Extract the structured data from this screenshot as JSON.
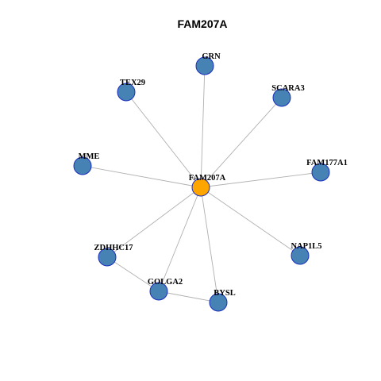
{
  "graph": {
    "title": "FAM207A",
    "colors": {
      "hub_fill": "#ffa500",
      "node_fill": "#4682b4",
      "node_border": "#1a2fbf",
      "edge": "#b0b0b0"
    },
    "nodes": [
      {
        "id": "FAM207A",
        "label": "FAM207A",
        "role": "hub"
      },
      {
        "id": "GRN",
        "label": "GRN",
        "role": "neighbor"
      },
      {
        "id": "SCARA3",
        "label": "SCARA3",
        "role": "neighbor"
      },
      {
        "id": "FAM177A1",
        "label": "FAM177A1",
        "role": "neighbor"
      },
      {
        "id": "NAP1L5",
        "label": "NAP1L5",
        "role": "neighbor"
      },
      {
        "id": "BYSL",
        "label": "BYSL",
        "role": "neighbor"
      },
      {
        "id": "GOLGA2",
        "label": "GOLGA2",
        "role": "neighbor"
      },
      {
        "id": "ZDHHC17",
        "label": "ZDHHC17",
        "role": "neighbor"
      },
      {
        "id": "MME",
        "label": "MME",
        "role": "neighbor"
      },
      {
        "id": "TEX29",
        "label": "TEX29",
        "role": "neighbor"
      }
    ],
    "edges": [
      {
        "source": "FAM207A",
        "target": "GRN"
      },
      {
        "source": "FAM207A",
        "target": "SCARA3"
      },
      {
        "source": "FAM207A",
        "target": "FAM177A1"
      },
      {
        "source": "FAM207A",
        "target": "NAP1L5"
      },
      {
        "source": "FAM207A",
        "target": "BYSL"
      },
      {
        "source": "FAM207A",
        "target": "GOLGA2"
      },
      {
        "source": "FAM207A",
        "target": "ZDHHC17"
      },
      {
        "source": "FAM207A",
        "target": "MME"
      },
      {
        "source": "FAM207A",
        "target": "TEX29"
      },
      {
        "source": "GOLGA2",
        "target": "BYSL"
      },
      {
        "source": "GOLGA2",
        "target": "ZDHHC17"
      }
    ]
  }
}
